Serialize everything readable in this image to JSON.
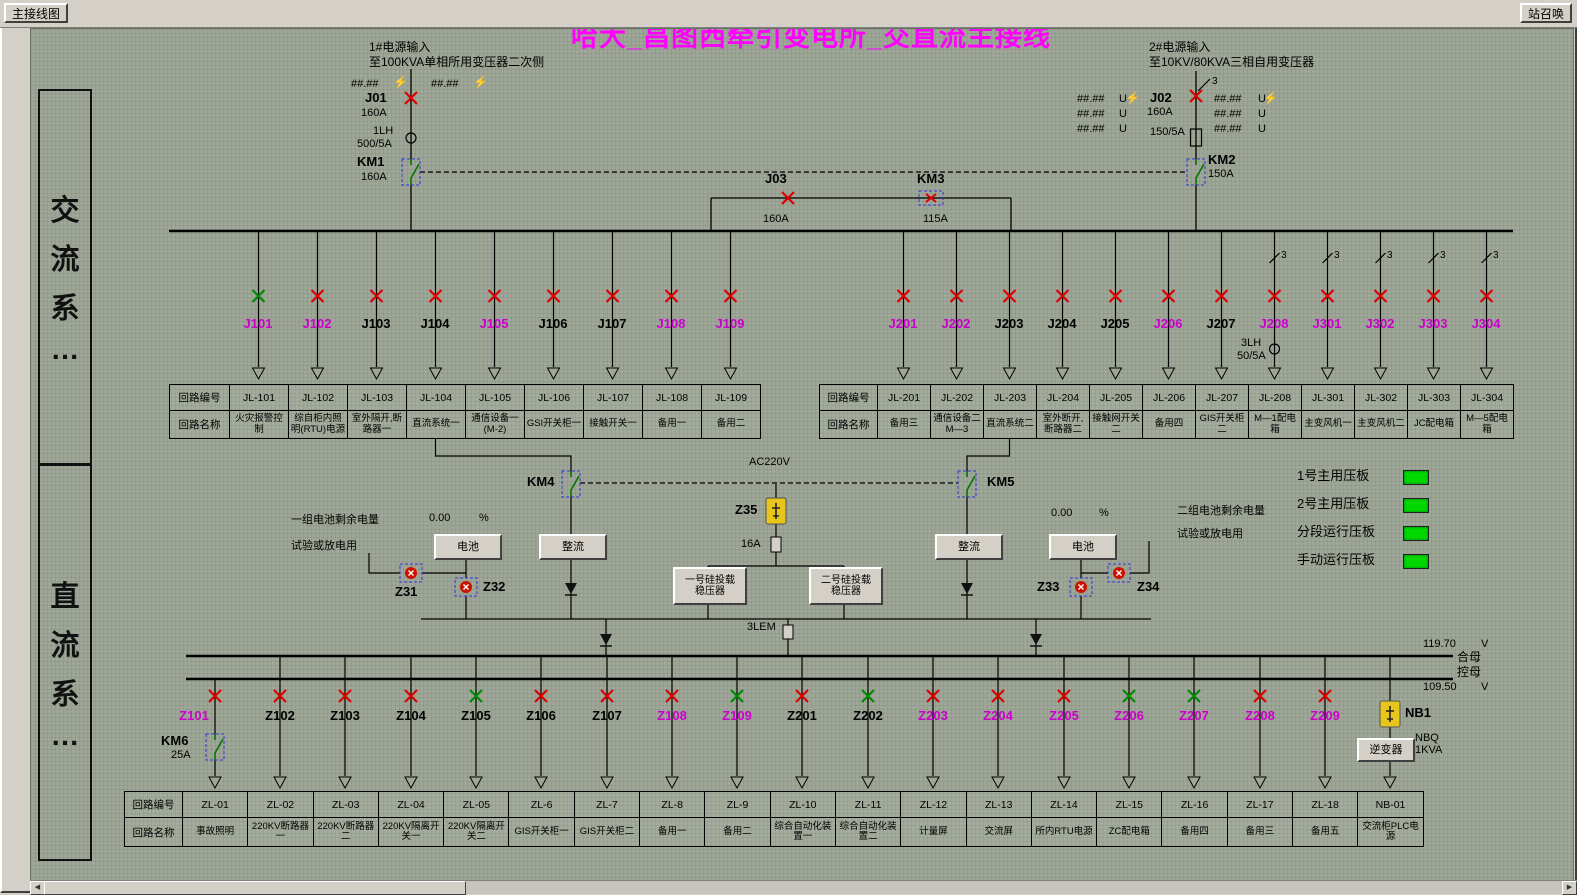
{
  "window": {
    "btn_main_diagram": "主接线图",
    "btn_station_call": "站召唤"
  },
  "title": {
    "text": "哈大_昌图西牵引变电所_交直流主接线",
    "color": "#ff00ff"
  },
  "side": {
    "ac": [
      "交",
      "流",
      "系",
      "…"
    ],
    "dc": [
      "直",
      "流",
      "系",
      "…"
    ]
  },
  "icons": {
    "lightning": "⚡",
    "scroll_left": "◀",
    "scroll_right": "▶"
  },
  "sources": {
    "s1_line1": "1#电源输入",
    "s1_line2": "至100KVA单相所用变压器二次侧",
    "s2_line1": "2#电源输入",
    "s2_line2": "至10KV/80KVA三相自用变压器"
  },
  "meters": {
    "m1": "##.##",
    "m2": "##.##",
    "unit_u": "U",
    "phase3": "3",
    "left_rows": [
      "##.##",
      "##.##",
      "##.##"
    ],
    "right_rows": [
      "##.##",
      "##.##",
      "##.##"
    ]
  },
  "devices": {
    "j01": "J01",
    "j01_a": "160A",
    "ct1_1": "1LH",
    "ct1_2": "500/5A",
    "km1": "KM1",
    "km1_a": "160A",
    "j02": "J02",
    "j02_a": "160A",
    "ct2": "150/5A",
    "km2": "KM2",
    "km2_a": "150A",
    "j03": "J03",
    "j03_a": "160A",
    "km3": "KM3",
    "km3_a": "115A",
    "km4": "KM4",
    "km5": "KM5",
    "z35": "Z35",
    "z35_a": "16A",
    "ac220": "AC220V",
    "ct3_1": "3LH",
    "ct3_2": "50/5A",
    "lem": "3LEM",
    "km6": "KM6",
    "km6_a": "25A",
    "nb1": "NB1",
    "inverter": "逆变器",
    "nbq1": "NBQ",
    "nbq2": "1KVA"
  },
  "battery1": {
    "title": "一组电池剩余电量",
    "value": "0.00",
    "unit": "%",
    "test": "试验或放电用",
    "battery": "电池",
    "rectifier": "整流",
    "z31": "Z31",
    "z32": "Z32"
  },
  "battery2": {
    "title": "二组电池剩余电量",
    "value": "0.00",
    "unit": "%",
    "test": "试验或放电用",
    "battery": "电池",
    "rectifier": "整流",
    "z33": "Z33",
    "z34": "Z34"
  },
  "stabilizer1": {
    "line1": "一号硅投载",
    "line2": "稳压器"
  },
  "stabilizer2": {
    "line1": "二号硅投载",
    "line2": "稳压器"
  },
  "legend": {
    "items": [
      {
        "label": "1号主用压板",
        "color": "#00d800"
      },
      {
        "label": "2号主用压板",
        "color": "#00d800"
      },
      {
        "label": "分段运行压板",
        "color": "#00d800"
      },
      {
        "label": "手动运行压板",
        "color": "#00d800"
      }
    ]
  },
  "dc_bus": {
    "he_v": "119.70",
    "he_u": "V",
    "he_label": "合母",
    "kong_v": "109.50",
    "kong_u": "V",
    "kong_label": "控母"
  },
  "ac_feeders_left": [
    {
      "label": "J101",
      "color": "#cc00cc"
    },
    {
      "label": "J102",
      "color": "#cc00cc"
    },
    {
      "label": "J103",
      "color": "#000000"
    },
    {
      "label": "J104",
      "color": "#000000"
    },
    {
      "label": "J105",
      "color": "#cc00cc"
    },
    {
      "label": "J106",
      "color": "#000000"
    },
    {
      "label": "J107",
      "color": "#000000"
    },
    {
      "label": "J108",
      "color": "#cc00cc"
    },
    {
      "label": "J109",
      "color": "#cc00cc"
    }
  ],
  "ac_feeders_right": [
    {
      "label": "J201",
      "color": "#cc00cc"
    },
    {
      "label": "J202",
      "color": "#cc00cc"
    },
    {
      "label": "J203",
      "color": "#000000"
    },
    {
      "label": "J204",
      "color": "#000000"
    },
    {
      "label": "J205",
      "color": "#000000"
    },
    {
      "label": "J206",
      "color": "#cc00cc"
    },
    {
      "label": "J207",
      "color": "#000000"
    },
    {
      "label": "J208",
      "color": "#cc00cc"
    },
    {
      "label": "J301",
      "color": "#cc00cc"
    },
    {
      "label": "J302",
      "color": "#cc00cc"
    },
    {
      "label": "J303",
      "color": "#cc00cc"
    },
    {
      "label": "J304",
      "color": "#cc00cc"
    }
  ],
  "dc_feeders": [
    {
      "label": "Z101",
      "color": "#cc00cc"
    },
    {
      "label": "Z102",
      "color": "#000000"
    },
    {
      "label": "Z103",
      "color": "#000000"
    },
    {
      "label": "Z104",
      "color": "#000000"
    },
    {
      "label": "Z105",
      "color": "#000000"
    },
    {
      "label": "Z106",
      "color": "#000000"
    },
    {
      "label": "Z107",
      "color": "#000000"
    },
    {
      "label": "Z108",
      "color": "#cc00cc"
    },
    {
      "label": "Z109",
      "color": "#cc00cc"
    },
    {
      "label": "Z201",
      "color": "#000000"
    },
    {
      "label": "Z202",
      "color": "#000000"
    },
    {
      "label": "Z203",
      "color": "#cc00cc"
    },
    {
      "label": "Z204",
      "color": "#cc00cc"
    },
    {
      "label": "Z205",
      "color": "#cc00cc"
    },
    {
      "label": "Z206",
      "color": "#cc00cc"
    },
    {
      "label": "Z207",
      "color": "#cc00cc"
    },
    {
      "label": "Z208",
      "color": "#cc00cc"
    },
    {
      "label": "Z209",
      "color": "#cc00cc"
    }
  ],
  "tables": {
    "row1_label": "回路编号",
    "row2_label": "回路名称",
    "ac_left": {
      "codes": [
        "JL-101",
        "JL-102",
        "JL-103",
        "JL-104",
        "JL-105",
        "JL-106",
        "JL-107",
        "JL-108",
        "JL-109"
      ],
      "names": [
        "火灾报警控制",
        "综自柜内照明(RTU)电源",
        "室外隔开,断路器一",
        "直流系统一",
        "通信设备一(M-2)",
        "GSI开关柜一",
        "接触开关一",
        "备用一",
        "备用二"
      ]
    },
    "ac_right": {
      "codes": [
        "JL-201",
        "JL-202",
        "JL-203",
        "JL-204",
        "JL-205",
        "JL-206",
        "JL-207",
        "JL-208",
        "JL-301",
        "JL-302",
        "JL-303",
        "JL-304"
      ],
      "names": [
        "备用三",
        "通信设备二M—3",
        "直流系统二",
        "室外断开,断路器二",
        "接触网开关二",
        "备用四",
        "GIS开关柜二",
        "M—1配电箱",
        "主变风机一",
        "主变风机二",
        "JC配电箱",
        "M—5配电箱"
      ]
    },
    "dc": {
      "codes": [
        "ZL-01",
        "ZL-02",
        "ZL-03",
        "ZL-04",
        "ZL-05",
        "ZL-6",
        "ZL-7",
        "ZL-8",
        "ZL-9",
        "ZL-10",
        "ZL-11",
        "ZL-12",
        "ZL-13",
        "ZL-14",
        "ZL-15",
        "ZL-16",
        "ZL-17",
        "ZL-18",
        "NB-01"
      ],
      "names": [
        "事故照明",
        "220KV断路器一",
        "220KV断路器二",
        "220KV隔离开关一",
        "220KV隔离开关二",
        "GIS开关柜一",
        "GIS开关柜二",
        "备用一",
        "备用二",
        "综合自动化装置一",
        "综合自动化装置二",
        "计量屏",
        "交流屏",
        "所内RTU电源",
        "ZC配电箱",
        "备用四",
        "备用三",
        "备用五",
        "交流柜PLC电源"
      ]
    }
  }
}
